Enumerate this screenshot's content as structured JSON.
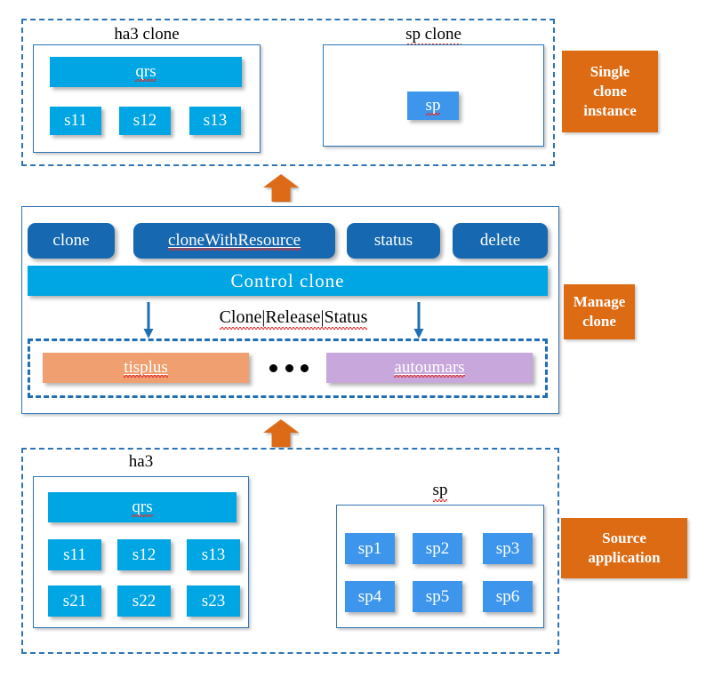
{
  "diagram": {
    "type": "architecture-block-diagram",
    "sections": [
      {
        "id": "single-clone-instance",
        "side_label": [
          "Single",
          "clone",
          "instance"
        ],
        "panels": [
          {
            "id": "ha3-clone",
            "caption": "ha3 clone",
            "wide_block": "qrs",
            "nodes": [
              "s11",
              "s12",
              "s13"
            ]
          },
          {
            "id": "sp-clone",
            "caption": "sp clone",
            "wide_block": null,
            "nodes": [
              "sp"
            ]
          }
        ]
      },
      {
        "id": "manage-clone",
        "side_label": [
          "Manage",
          "clone"
        ],
        "buttons": [
          "clone",
          "cloneWithResource",
          "status",
          "delete"
        ],
        "control_bar": "Control clone",
        "flow_label": "Clone|Release|Status",
        "tenants": [
          "tisplus",
          "autoumars"
        ],
        "ellipsis": "• • •"
      },
      {
        "id": "source-application",
        "side_label": [
          "Source",
          "application"
        ],
        "panels": [
          {
            "id": "ha3",
            "caption": "ha3",
            "wide_block": "qrs",
            "rows": [
              [
                "s11",
                "s12",
                "s13"
              ],
              [
                "s21",
                "s22",
                "s23"
              ]
            ]
          },
          {
            "id": "sp",
            "caption": "sp",
            "wide_block": null,
            "rows": [
              [
                "sp1",
                "sp2",
                "sp3"
              ],
              [
                "sp4",
                "sp5",
                "sp6"
              ]
            ]
          }
        ]
      }
    ],
    "arrows": [
      {
        "id": "source-to-manage",
        "direction": "up"
      },
      {
        "id": "manage-to-instance",
        "direction": "up"
      },
      {
        "id": "control-to-tisplus",
        "direction": "down"
      },
      {
        "id": "control-to-autoumars",
        "direction": "down"
      }
    ],
    "colors": {
      "cyan": "#00a5e3",
      "light_blue": "#3d96eb",
      "dark_blue": "#1668b0",
      "orange_label": "#dd6b13",
      "tisplus_orange": "#f0a070",
      "autoumars_purple": "#c8a7dc",
      "border_blue": "#2e74b5"
    }
  }
}
